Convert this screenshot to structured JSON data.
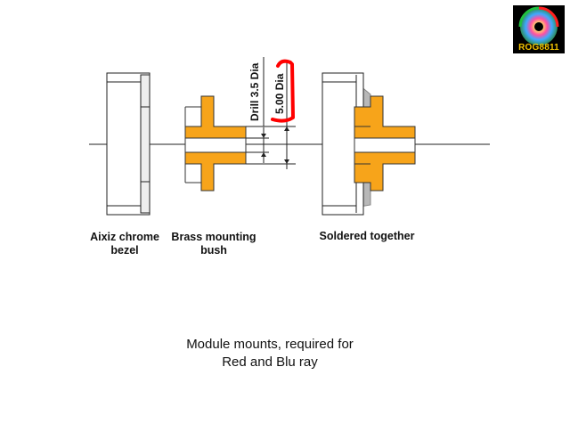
{
  "logo": {
    "text": "ROG8811"
  },
  "labels": {
    "bezel": [
      "Aixiz chrome",
      "bezel"
    ],
    "bush": [
      "Brass mounting",
      "bush"
    ],
    "soldered": "Soldered together"
  },
  "dimensions": {
    "drill": "Drill 3.5 Dia",
    "outer": "5.00 Dia"
  },
  "caption": [
    "Module mounts, required for",
    "Red and Blu ray"
  ],
  "colors": {
    "brass": "#f7a41a",
    "highlight": "#ff0000",
    "outline": "#222222",
    "shadow": "#b8b8b8"
  }
}
